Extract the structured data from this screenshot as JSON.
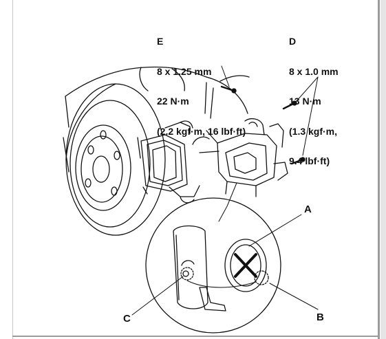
{
  "spec_e": {
    "letter": "E",
    "thread": "8 x 1.25 mm",
    "torque": "22 N·m",
    "torque_alt": "(2.2 kgf·m, 16 lbf·ft)"
  },
  "spec_d": {
    "letter": "D",
    "thread": "8 x 1.0 mm",
    "torque": "13 N·m",
    "torque_alt_1": "(1.3 kgf·m,",
    "torque_alt_2": "9.4 lbf·ft)"
  },
  "callouts": {
    "a": "A",
    "b": "B",
    "c": "C"
  }
}
